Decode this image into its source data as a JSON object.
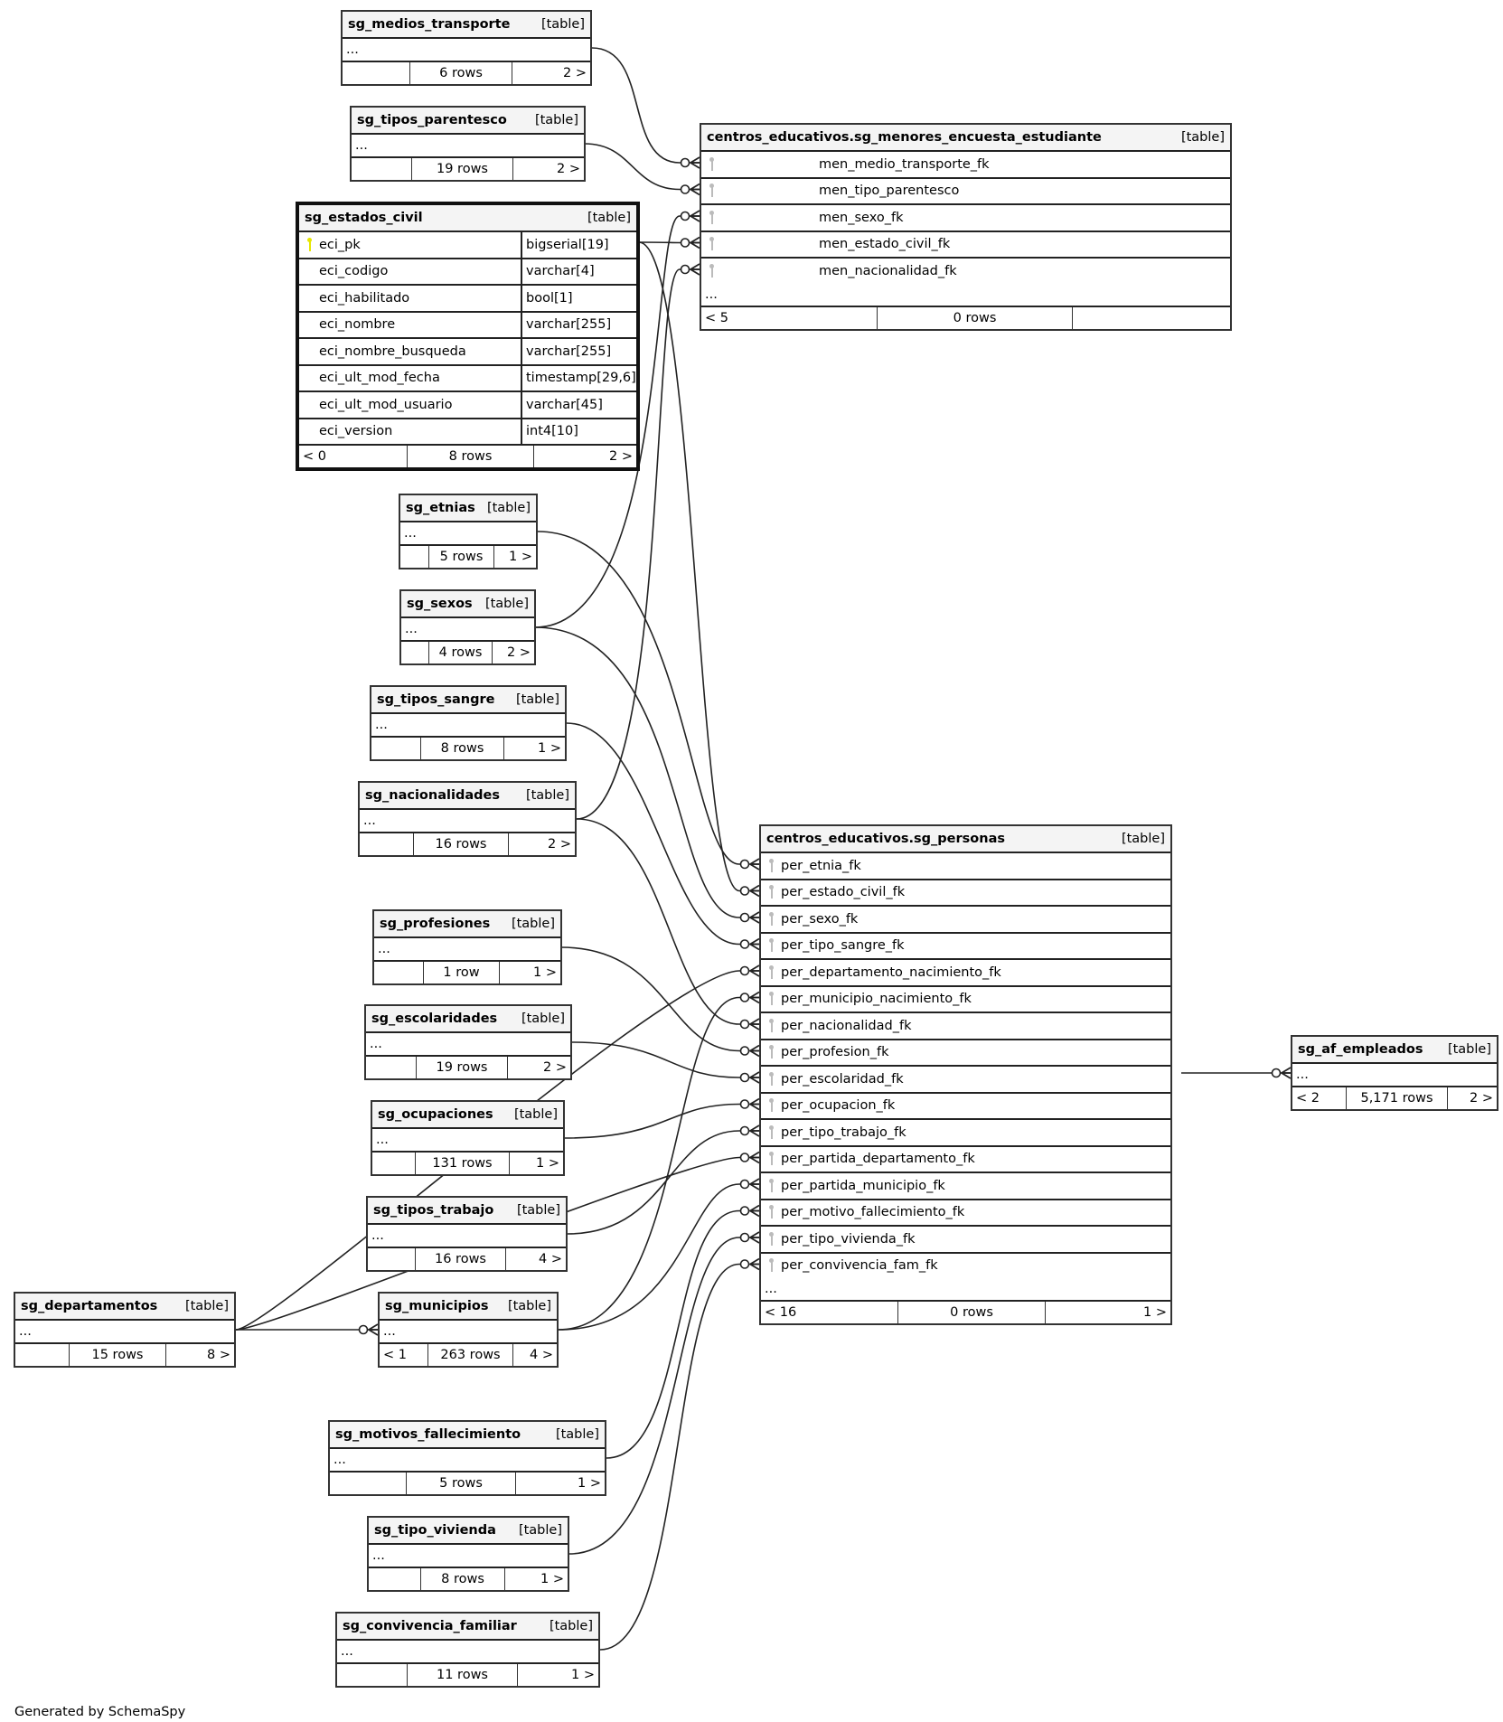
{
  "footer": "Generated by SchemaSpy",
  "table_tag": "[table]",
  "ellipsis": "...",
  "colors": {
    "pk_key": "#e6e600",
    "fk_key": "#bbbbbb",
    "header_bg": "#f4f4f4",
    "line": "#222222"
  },
  "tables": {
    "medios_transporte": {
      "name": "sg_medios_transporte",
      "foot": [
        "",
        "6 rows",
        "2 >"
      ]
    },
    "tipos_parentesco": {
      "name": "sg_tipos_parentesco",
      "foot": [
        "",
        "19 rows",
        "2 >"
      ]
    },
    "estados_civil": {
      "name": "sg_estados_civil",
      "columns": [
        {
          "name": "eci_pk",
          "type": "bigserial[19]",
          "key": "pk"
        },
        {
          "name": "eci_codigo",
          "type": "varchar[4]"
        },
        {
          "name": "eci_habilitado",
          "type": "bool[1]"
        },
        {
          "name": "eci_nombre",
          "type": "varchar[255]"
        },
        {
          "name": "eci_nombre_busqueda",
          "type": "varchar[255]"
        },
        {
          "name": "eci_ult_mod_fecha",
          "type": "timestamp[29,6]"
        },
        {
          "name": "eci_ult_mod_usuario",
          "type": "varchar[45]"
        },
        {
          "name": "eci_version",
          "type": "int4[10]"
        }
      ],
      "foot": [
        "< 0",
        "8 rows",
        "2 >"
      ]
    },
    "menores": {
      "name": "centros_educativos.sg_menores_encuesta_estudiante",
      "columns": [
        {
          "name": "men_medio_transporte_fk"
        },
        {
          "name": "men_tipo_parentesco"
        },
        {
          "name": "men_sexo_fk"
        },
        {
          "name": "men_estado_civil_fk"
        },
        {
          "name": "men_nacionalidad_fk"
        }
      ],
      "foot": [
        "< 5",
        "0 rows",
        ""
      ]
    },
    "etnias": {
      "name": "sg_etnias",
      "foot": [
        "",
        "5 rows",
        "1 >"
      ]
    },
    "sexos": {
      "name": "sg_sexos",
      "foot": [
        "",
        "4 rows",
        "2 >"
      ]
    },
    "tipos_sangre": {
      "name": "sg_tipos_sangre",
      "foot": [
        "",
        "8 rows",
        "1 >"
      ]
    },
    "nacionalidades": {
      "name": "sg_nacionalidades",
      "foot": [
        "",
        "16 rows",
        "2 >"
      ]
    },
    "profesiones": {
      "name": "sg_profesiones",
      "foot": [
        "",
        "1 row",
        "1 >"
      ]
    },
    "escolaridades": {
      "name": "sg_escolaridades",
      "foot": [
        "",
        "19 rows",
        "2 >"
      ]
    },
    "ocupaciones": {
      "name": "sg_ocupaciones",
      "foot": [
        "",
        "131 rows",
        "1 >"
      ]
    },
    "tipos_trabajo": {
      "name": "sg_tipos_trabajo",
      "foot": [
        "",
        "16 rows",
        "4 >"
      ]
    },
    "departamentos": {
      "name": "sg_departamentos",
      "foot": [
        "",
        "15 rows",
        "8 >"
      ]
    },
    "municipios": {
      "name": "sg_municipios",
      "foot": [
        "< 1",
        "263 rows",
        "4 >"
      ]
    },
    "motivos_fallecimiento": {
      "name": "sg_motivos_fallecimiento",
      "foot": [
        "",
        "5 rows",
        "1 >"
      ]
    },
    "tipo_vivienda": {
      "name": "sg_tipo_vivienda",
      "foot": [
        "",
        "8 rows",
        "1 >"
      ]
    },
    "convivencia_familiar": {
      "name": "sg_convivencia_familiar",
      "foot": [
        "",
        "11 rows",
        "1 >"
      ]
    },
    "personas": {
      "name": "centros_educativos.sg_personas",
      "columns": [
        {
          "name": "per_etnia_fk"
        },
        {
          "name": "per_estado_civil_fk"
        },
        {
          "name": "per_sexo_fk"
        },
        {
          "name": "per_tipo_sangre_fk"
        },
        {
          "name": "per_departamento_nacimiento_fk"
        },
        {
          "name": "per_municipio_nacimiento_fk"
        },
        {
          "name": "per_nacionalidad_fk"
        },
        {
          "name": "per_profesion_fk"
        },
        {
          "name": "per_escolaridad_fk"
        },
        {
          "name": "per_ocupacion_fk"
        },
        {
          "name": "per_tipo_trabajo_fk"
        },
        {
          "name": "per_partida_departamento_fk"
        },
        {
          "name": "per_partida_municipio_fk"
        },
        {
          "name": "per_motivo_fallecimiento_fk"
        },
        {
          "name": "per_tipo_vivienda_fk"
        },
        {
          "name": "per_convivencia_fam_fk"
        }
      ],
      "foot": [
        "< 16",
        "0 rows",
        "1 >"
      ]
    },
    "af_empleados": {
      "name": "sg_af_empleados",
      "foot": [
        "< 2",
        "5,171 rows",
        "2 >"
      ]
    }
  },
  "relationships": [
    {
      "from": "sg_medios_transporte",
      "to": "men_medio_transporte_fk"
    },
    {
      "from": "sg_tipos_parentesco",
      "to": "men_tipo_parentesco"
    },
    {
      "from": "sg_sexos",
      "to": "men_sexo_fk"
    },
    {
      "from": "sg_estados_civil.eci_pk",
      "to": "men_estado_civil_fk"
    },
    {
      "from": "sg_nacionalidades",
      "to": "men_nacionalidad_fk"
    },
    {
      "from": "sg_etnias",
      "to": "per_etnia_fk"
    },
    {
      "from": "sg_estados_civil.eci_pk",
      "to": "per_estado_civil_fk"
    },
    {
      "from": "sg_sexos",
      "to": "per_sexo_fk"
    },
    {
      "from": "sg_tipos_sangre",
      "to": "per_tipo_sangre_fk"
    },
    {
      "from": "sg_departamentos",
      "to": "per_departamento_nacimiento_fk"
    },
    {
      "from": "sg_municipios",
      "to": "per_municipio_nacimiento_fk"
    },
    {
      "from": "sg_nacionalidades",
      "to": "per_nacionalidad_fk"
    },
    {
      "from": "sg_profesiones",
      "to": "per_profesion_fk"
    },
    {
      "from": "sg_escolaridades",
      "to": "per_escolaridad_fk"
    },
    {
      "from": "sg_ocupaciones",
      "to": "per_ocupacion_fk"
    },
    {
      "from": "sg_tipos_trabajo",
      "to": "per_tipo_trabajo_fk"
    },
    {
      "from": "sg_departamentos",
      "to": "per_partida_departamento_fk"
    },
    {
      "from": "sg_municipios",
      "to": "per_partida_municipio_fk"
    },
    {
      "from": "sg_motivos_fallecimiento",
      "to": "per_motivo_fallecimiento_fk"
    },
    {
      "from": "sg_tipo_vivienda",
      "to": "per_tipo_vivienda_fk"
    },
    {
      "from": "sg_convivencia_familiar",
      "to": "per_convivencia_fam_fk"
    },
    {
      "from": "sg_departamentos",
      "to": "sg_municipios"
    },
    {
      "from": "centros_educativos.sg_personas",
      "to": "sg_af_empleados"
    }
  ]
}
